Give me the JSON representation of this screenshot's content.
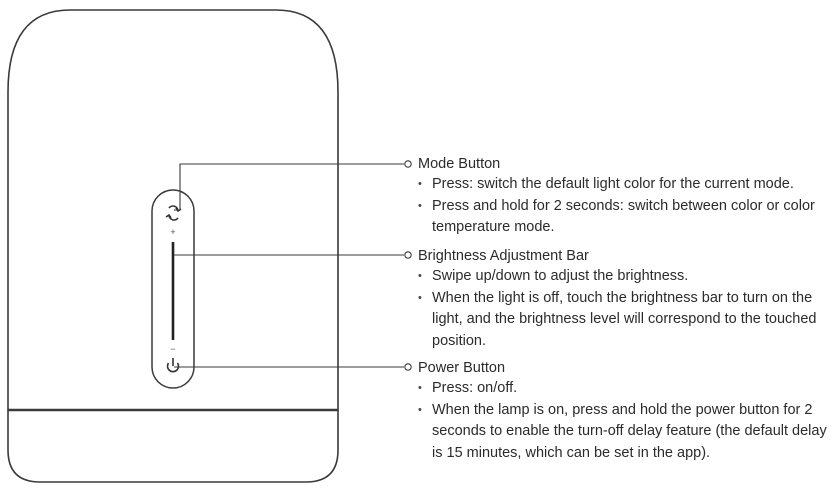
{
  "controls": [
    {
      "title": "Mode Button",
      "bullets": [
        "Press: switch the default light color for the current mode.",
        "Press and hold for 2 seconds: switch between color or color temperature mode."
      ]
    },
    {
      "title": "Brightness Adjustment Bar",
      "bullets": [
        "Swipe up/down to adjust the brightness.",
        "When the light is off, touch the brightness bar to turn on the light, and the brightness level will correspond to the touched position."
      ]
    },
    {
      "title": "Power Button",
      "bullets": [
        "Press: on/off.",
        "When the lamp is on, press and hold the power button for 2 seconds to enable the turn-off delay feature (the default delay is 15 minutes, which can be set in the app)."
      ]
    }
  ],
  "lamp": {
    "bar_plus": "+",
    "bar_minus": "−",
    "mode_icon": "cycle-arrows-icon",
    "power_icon": "power-icon"
  }
}
